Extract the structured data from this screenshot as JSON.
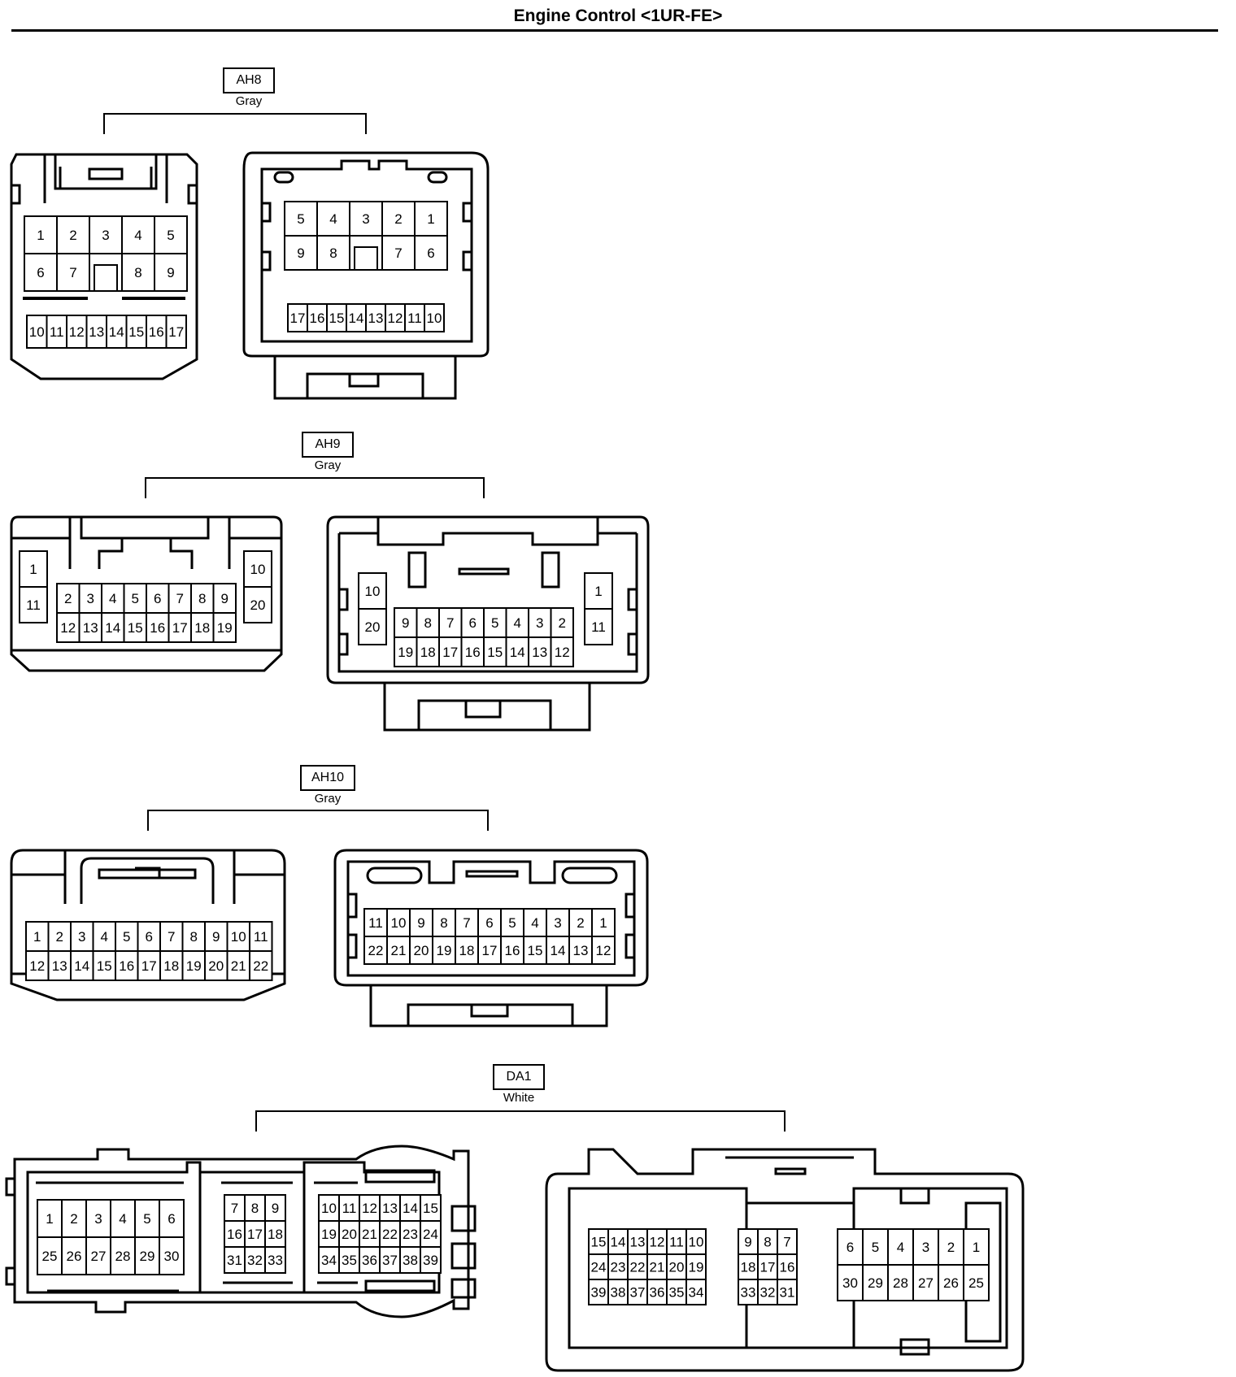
{
  "title": "Engine Control <1UR-FE>",
  "sections": [
    {
      "id": "AH8",
      "code": "AH8",
      "color": "Gray",
      "views": [
        {
          "rows": [
            [
              "1",
              "2",
              "3",
              "4",
              "5"
            ],
            [
              "6",
              "7",
              "",
              "8",
              "9"
            ],
            [
              "10",
              "11",
              "12",
              "13",
              "14",
              "15",
              "16",
              "17"
            ]
          ]
        },
        {
          "rows": [
            [
              "5",
              "4",
              "3",
              "2",
              "1"
            ],
            [
              "9",
              "8",
              "",
              "7",
              "6"
            ],
            [
              "17",
              "16",
              "15",
              "14",
              "13",
              "12",
              "11",
              "10"
            ]
          ]
        }
      ]
    },
    {
      "id": "AH9",
      "code": "AH9",
      "color": "Gray",
      "views": [
        {
          "side_left": [
            "1",
            "11"
          ],
          "rows": [
            [
              "2",
              "3",
              "4",
              "5",
              "6",
              "7",
              "8",
              "9"
            ],
            [
              "12",
              "13",
              "14",
              "15",
              "16",
              "17",
              "18",
              "19"
            ]
          ],
          "side_right": [
            "10",
            "20"
          ]
        },
        {
          "side_left": [
            "10",
            "20"
          ],
          "rows": [
            [
              "9",
              "8",
              "7",
              "6",
              "5",
              "4",
              "3",
              "2"
            ],
            [
              "19",
              "18",
              "17",
              "16",
              "15",
              "14",
              "13",
              "12"
            ]
          ],
          "side_right": [
            "1",
            "11"
          ]
        }
      ]
    },
    {
      "id": "AH10",
      "code": "AH10",
      "color": "Gray",
      "views": [
        {
          "rows": [
            [
              "1",
              "2",
              "3",
              "4",
              "5",
              "6",
              "7",
              "8",
              "9",
              "10",
              "11"
            ],
            [
              "12",
              "13",
              "14",
              "15",
              "16",
              "17",
              "18",
              "19",
              "20",
              "21",
              "22"
            ]
          ]
        },
        {
          "rows": [
            [
              "11",
              "10",
              "9",
              "8",
              "7",
              "6",
              "5",
              "4",
              "3",
              "2",
              "1"
            ],
            [
              "22",
              "21",
              "20",
              "19",
              "18",
              "17",
              "16",
              "15",
              "14",
              "13",
              "12"
            ]
          ]
        }
      ]
    },
    {
      "id": "DA1",
      "code": "DA1",
      "color": "White",
      "views": [
        {
          "blocks": [
            [
              [
                "1",
                "2",
                "3",
                "4",
                "5",
                "6"
              ],
              [
                "25",
                "26",
                "27",
                "28",
                "29",
                "30"
              ]
            ],
            [
              [
                "7",
                "8",
                "9"
              ],
              [
                "16",
                "17",
                "18"
              ],
              [
                "31",
                "32",
                "33"
              ]
            ],
            [
              [
                "10",
                "11",
                "12",
                "13",
                "14",
                "15"
              ],
              [
                "19",
                "20",
                "21",
                "22",
                "23",
                "24"
              ],
              [
                "34",
                "35",
                "36",
                "37",
                "38",
                "39"
              ]
            ]
          ]
        },
        {
          "blocks": [
            [
              [
                "15",
                "14",
                "13",
                "12",
                "11",
                "10"
              ],
              [
                "24",
                "23",
                "22",
                "21",
                "20",
                "19"
              ],
              [
                "39",
                "38",
                "37",
                "36",
                "35",
                "34"
              ]
            ],
            [
              [
                "9",
                "8",
                "7"
              ],
              [
                "18",
                "17",
                "16"
              ],
              [
                "33",
                "32",
                "31"
              ]
            ],
            [
              [
                "6",
                "5",
                "4",
                "3",
                "2",
                "1"
              ],
              [
                "30",
                "29",
                "28",
                "27",
                "26",
                "25"
              ]
            ]
          ]
        }
      ]
    }
  ]
}
